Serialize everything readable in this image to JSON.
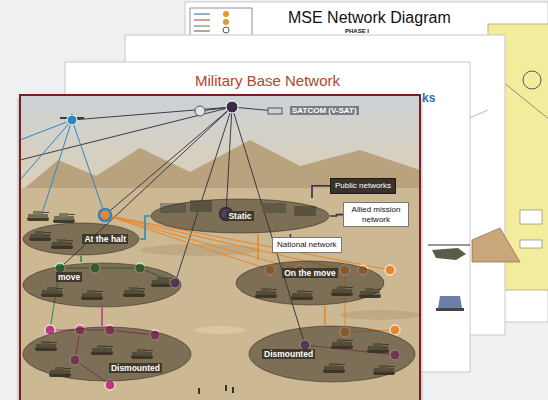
{
  "diagram": {
    "nodes": [
      {
        "text": [
          "Public networks"
        ]
      },
      {
        "text": [
          "Static"
        ]
      },
      {
        "text": [
          "Allied mission network"
        ]
      },
      {
        "text": [
          "At the halt"
        ]
      },
      {
        "text": [
          "National network"
        ]
      },
      {
        "text": [
          "move"
        ]
      },
      {
        "text": [
          "On the move"
        ]
      },
      {
        "text": [
          "Dismounted"
        ]
      },
      {
        "text": [
          "Dismounted"
        ]
      }
    ],
    "edges": [
      {
        "from": 1,
        "to": 0,
        "arrow": "none"
      },
      {
        "from": 1,
        "to": 2,
        "arrow": "none"
      },
      {
        "from": 1,
        "to": 4,
        "arrow": "none"
      },
      {
        "from": 3,
        "to": 1,
        "arrow": "none"
      },
      {
        "from": 1,
        "to": 6,
        "arrow": "none"
      },
      {
        "from": 3,
        "to": 5,
        "arrow": "none"
      },
      {
        "from": 5,
        "to": 7,
        "arrow": "none"
      },
      {
        "from": 6,
        "to": 8,
        "arrow": "none"
      }
    ],
    "labels": [
      "MSE Network Diagram",
      "PHASE I",
      "Military Base Network",
      "ks",
      "SATCOM (V-SAT)"
    ]
  }
}
